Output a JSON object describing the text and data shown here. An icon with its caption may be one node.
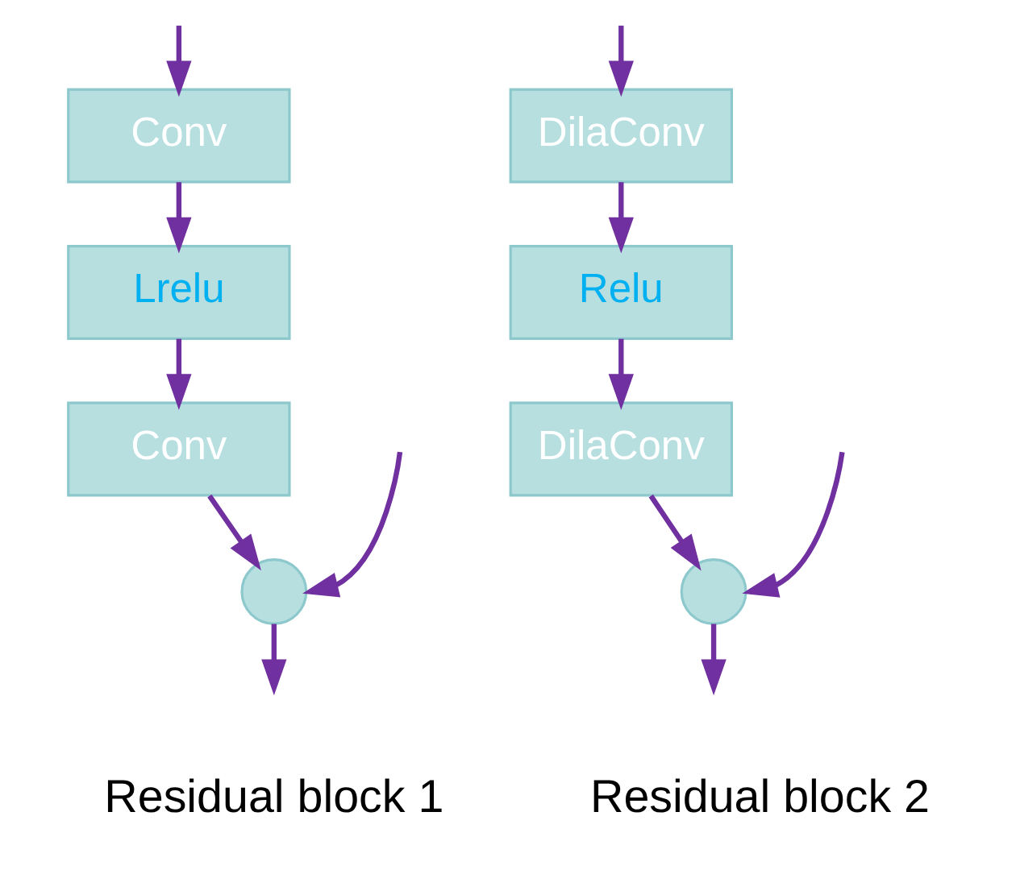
{
  "diagram": {
    "nodes": [
      {
        "text": [
          "Conv"
        ]
      },
      {
        "text": [
          "Lrelu"
        ]
      },
      {
        "text": [
          "Conv"
        ]
      },
      {
        "text": [],
        "shape": "circle"
      },
      {
        "text": [
          "DilaConv"
        ]
      },
      {
        "text": [
          "Relu"
        ]
      },
      {
        "text": [
          "DilaConv"
        ]
      },
      {
        "text": [],
        "shape": "circle"
      }
    ],
    "edges": [
      {
        "from": null,
        "to": 0,
        "arrow": "to"
      },
      {
        "from": 0,
        "to": 1,
        "arrow": "to"
      },
      {
        "from": 1,
        "to": 2,
        "arrow": "to"
      },
      {
        "from": 2,
        "to": 3,
        "arrow": "to"
      },
      {
        "from": null,
        "to": 3,
        "arrow": "to"
      },
      {
        "from": 3,
        "to": null,
        "arrow": "to"
      },
      {
        "from": null,
        "to": 4,
        "arrow": "to"
      },
      {
        "from": 4,
        "to": 5,
        "arrow": "to"
      },
      {
        "from": 5,
        "to": 6,
        "arrow": "to"
      },
      {
        "from": 6,
        "to": 7,
        "arrow": "to"
      },
      {
        "from": null,
        "to": 7,
        "arrow": "to"
      },
      {
        "from": 7,
        "to": null,
        "arrow": "to"
      }
    ],
    "labels": [
      "Residual block 1",
      "Residual block 2"
    ]
  }
}
